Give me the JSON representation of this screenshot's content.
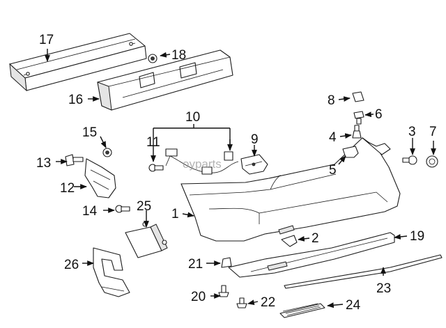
{
  "diagram": {
    "callouts": [
      "1",
      "2",
      "3",
      "4",
      "5",
      "6",
      "7",
      "8",
      "9",
      "10",
      "11",
      "12",
      "13",
      "14",
      "15",
      "16",
      "17",
      "18",
      "19",
      "20",
      "21",
      "22",
      "23",
      "24",
      "25",
      "26"
    ],
    "watermark": "oyparts",
    "colors": {
      "line": "#1a1a1a",
      "background": "#ffffff",
      "watermark": "#9a9a9a"
    }
  }
}
